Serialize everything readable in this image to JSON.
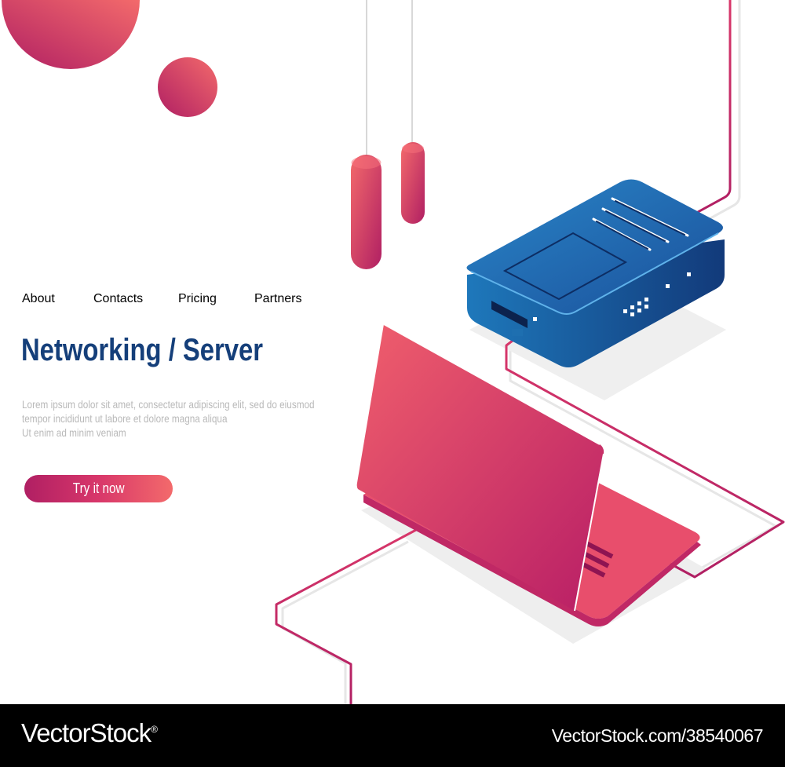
{
  "nav": {
    "items": [
      {
        "label": "About"
      },
      {
        "label": "Contacts"
      },
      {
        "label": "Pricing"
      },
      {
        "label": "Partners"
      }
    ]
  },
  "hero": {
    "title": "Networking / Server",
    "description_lines": [
      "Lorem ipsum dolor sit amet, consectetur adipiscing elit, sed do eiusmod",
      "tempor incididunt ut labore et dolore magna aliqua",
      "Ut enim ad minim veniam"
    ],
    "cta_label": "Try it now"
  },
  "illustration": {
    "icons": [
      "router-icon",
      "laptop-icon",
      "network-cable",
      "decorative-circle",
      "hanging-pendant"
    ]
  },
  "colors": {
    "accent_pink": "#d8376a",
    "accent_magenta": "#b01f63",
    "accent_coral": "#f36a6b",
    "title_navy": "#153f7a",
    "router_blue": "#1e6fb0",
    "nav_gray": "#b7b7b7"
  },
  "footer": {
    "brand": "VectorStock",
    "registered": "®",
    "image_id": "VectorStock.com/38540067"
  }
}
